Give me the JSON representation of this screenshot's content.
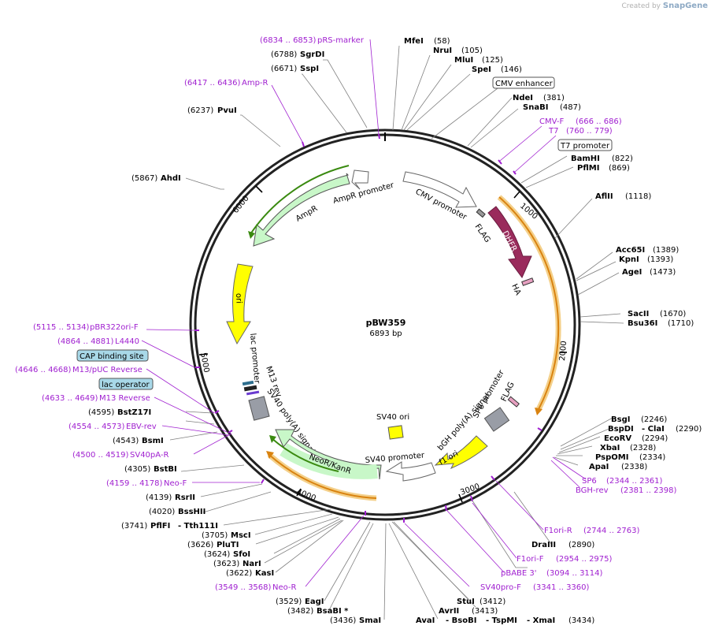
{
  "app": {
    "credit_prefix": "Created by",
    "credit_brand": "SnapGene"
  },
  "plasmid": {
    "name": "pBW359",
    "length_label": "6893 bp"
  },
  "ticks": [
    "1000",
    "2000",
    "3000",
    "4000",
    "5000",
    "6000"
  ],
  "feature_labels": {
    "cmv_enhancer": "CMV enhancer",
    "t7_promoter": "T7 promoter",
    "cap_binding_site": "CAP binding site",
    "lac_operator": "lac operator",
    "cmv_promoter": "CMV promoter",
    "flag_top": "FLAG",
    "dhfr": "DHFR",
    "ha": "HA",
    "ampr_promoter": "AmpR promoter",
    "ampr": "AmpR",
    "ori": "ori",
    "lac_promoter": "lac promoter",
    "m13_rev": "M13 rev",
    "sv40_polya": "SV40 poly(A) signal",
    "neor": "NeoR/KanR",
    "sv40_promoter": "SV40 promoter",
    "sv40_ori": "SV40 ori",
    "f1_ori": "f1 ori",
    "bgh_polya": "bGH poly(A) signal",
    "sp6_promoter": "SP6 promoter",
    "flag_bottom": "FLAG"
  },
  "sites": {
    "mfei": {
      "name": "MfeI",
      "pos": "(58)"
    },
    "prs_marker": {
      "range": "(6834 .. 6853)",
      "name": "pRS-marker"
    },
    "nrui": {
      "name": "NruI",
      "pos": "(105)"
    },
    "mlui": {
      "name": "MluI",
      "pos": "(125)"
    },
    "spei": {
      "name": "SpeI",
      "pos": "(146)"
    },
    "sgrdi": {
      "pos": "(6788)",
      "name": "SgrDI"
    },
    "sspi": {
      "pos": "(6671)",
      "name": "SspI"
    },
    "ampr_primer": {
      "range": "(6417 .. 6436)",
      "name": "Amp-R"
    },
    "pvui": {
      "pos": "(6237)",
      "name": "PvuI"
    },
    "ndei": {
      "name": "NdeI",
      "pos": "(381)"
    },
    "snabi": {
      "name": "SnaBI",
      "pos": "(487)"
    },
    "cmvf": {
      "name": "CMV-F",
      "range": "(666 .. 686)"
    },
    "t7": {
      "name": "T7",
      "range": "(760 .. 779)"
    },
    "bamhi": {
      "name": "BamHI",
      "pos": "(822)"
    },
    "pflmi": {
      "name": "PflMI",
      "pos": "(869)"
    },
    "ahdi": {
      "pos": "(5867)",
      "name": "AhdI"
    },
    "aflii": {
      "name": "AflII",
      "pos": "(1118)"
    },
    "acc65i": {
      "name": "Acc65I",
      "pos": "(1389)"
    },
    "kpni": {
      "name": "KpnI",
      "pos": "(1393)"
    },
    "agei": {
      "name": "AgeI",
      "pos": "(1473)"
    },
    "sacii": {
      "name": "SacII",
      "pos": "(1670)"
    },
    "bsu36i": {
      "name": "Bsu36I",
      "pos": "(1710)"
    },
    "pbr322ori": {
      "range": "(5115 .. 5134)",
      "name": "pBR322ori-F"
    },
    "l4440": {
      "range": "(4864 .. 4881)",
      "name": "L4440"
    },
    "m13puc": {
      "range": "(4646 .. 4668)",
      "name": "M13/pUC Reverse"
    },
    "m13rev_primer": {
      "range": "(4633 .. 4649)",
      "name": "M13 Reverse"
    },
    "bstz17i": {
      "pos": "(4595)",
      "name": "BstZ17I"
    },
    "ebvrev": {
      "range": "(4554 .. 4573)",
      "name": "EBV-rev"
    },
    "bsmi": {
      "pos": "(4543)",
      "name": "BsmI"
    },
    "sv40pa": {
      "range": "(4500 .. 4519)",
      "name": "SV40pA-R"
    },
    "bstbi": {
      "pos": "(4305)",
      "name": "BstBI"
    },
    "neof": {
      "range": "(4159 .. 4178)",
      "name": "Neo-F"
    },
    "rsrii": {
      "pos": "(4139)",
      "name": "RsrII"
    },
    "bsshii": {
      "pos": "(4020)",
      "name": "BssHII"
    },
    "pflfi": {
      "pos": "(3741)",
      "name": "PflFI",
      "name2": "- Tth111I"
    },
    "msci": {
      "pos": "(3705)",
      "name": "MscI"
    },
    "pluti": {
      "pos": "(3626)",
      "name": "PluTI"
    },
    "sfoi": {
      "pos": "(3624)",
      "name": "SfoI"
    },
    "nari": {
      "pos": "(3623)",
      "name": "NarI"
    },
    "kasi": {
      "pos": "(3622)",
      "name": "KasI"
    },
    "neor_primer": {
      "range": "(3549 .. 3568)",
      "name": "Neo-R"
    },
    "eagi": {
      "pos": "(3529)",
      "name": "EagI"
    },
    "bsabi": {
      "pos": "(3482)",
      "name": "BsaBI *"
    },
    "smai": {
      "pos": "(3436)",
      "name": "SmaI"
    },
    "bsgi": {
      "name": "BsgI",
      "pos": "(2246)"
    },
    "bspdi": {
      "name": "BspDI",
      "name2": "- ClaI",
      "pos": "(2290)"
    },
    "ecorv": {
      "name": "EcoRV",
      "pos": "(2294)"
    },
    "xbai": {
      "name": "XbaI",
      "pos": "(2328)"
    },
    "pspomi": {
      "name": "PspOMI",
      "pos": "(2334)"
    },
    "apai": {
      "name": "ApaI",
      "pos": "(2338)"
    },
    "sp6": {
      "name": "SP6",
      "range": "(2344 .. 2361)"
    },
    "bghrev": {
      "name": "BGH-rev",
      "range": "(2381 .. 2398)"
    },
    "f1orir": {
      "name": "F1ori-R",
      "range": "(2744 .. 2763)"
    },
    "draiii": {
      "name": "DraIII",
      "pos": "(2890)"
    },
    "f1orif": {
      "name": "F1ori-F",
      "range": "(2954 .. 2975)"
    },
    "pbabe": {
      "name": "pBABE 3'",
      "range": "(3094 .. 3114)"
    },
    "sv40prof": {
      "name": "SV40pro-F",
      "range": "(3341 .. 3360)"
    },
    "stui": {
      "name": "StuI",
      "pos": "(3412)"
    },
    "avrii": {
      "name": "AvrII",
      "pos": "(3413)"
    },
    "avai": {
      "name": "AvaI",
      "name2": "- BsoBI",
      "name3": "- TspMI",
      "name4": "- XmaI",
      "pos": "(3434)"
    }
  },
  "colors": {
    "enzyme": "#000000",
    "primer": "#a020d0",
    "leader": "#7f7f7f",
    "dhfr": "#9a2b5c",
    "ori": "#ffff00",
    "ampr": "#c8f7c8",
    "orf_line": "#3a8a10",
    "orange_arc": "#e09020"
  }
}
